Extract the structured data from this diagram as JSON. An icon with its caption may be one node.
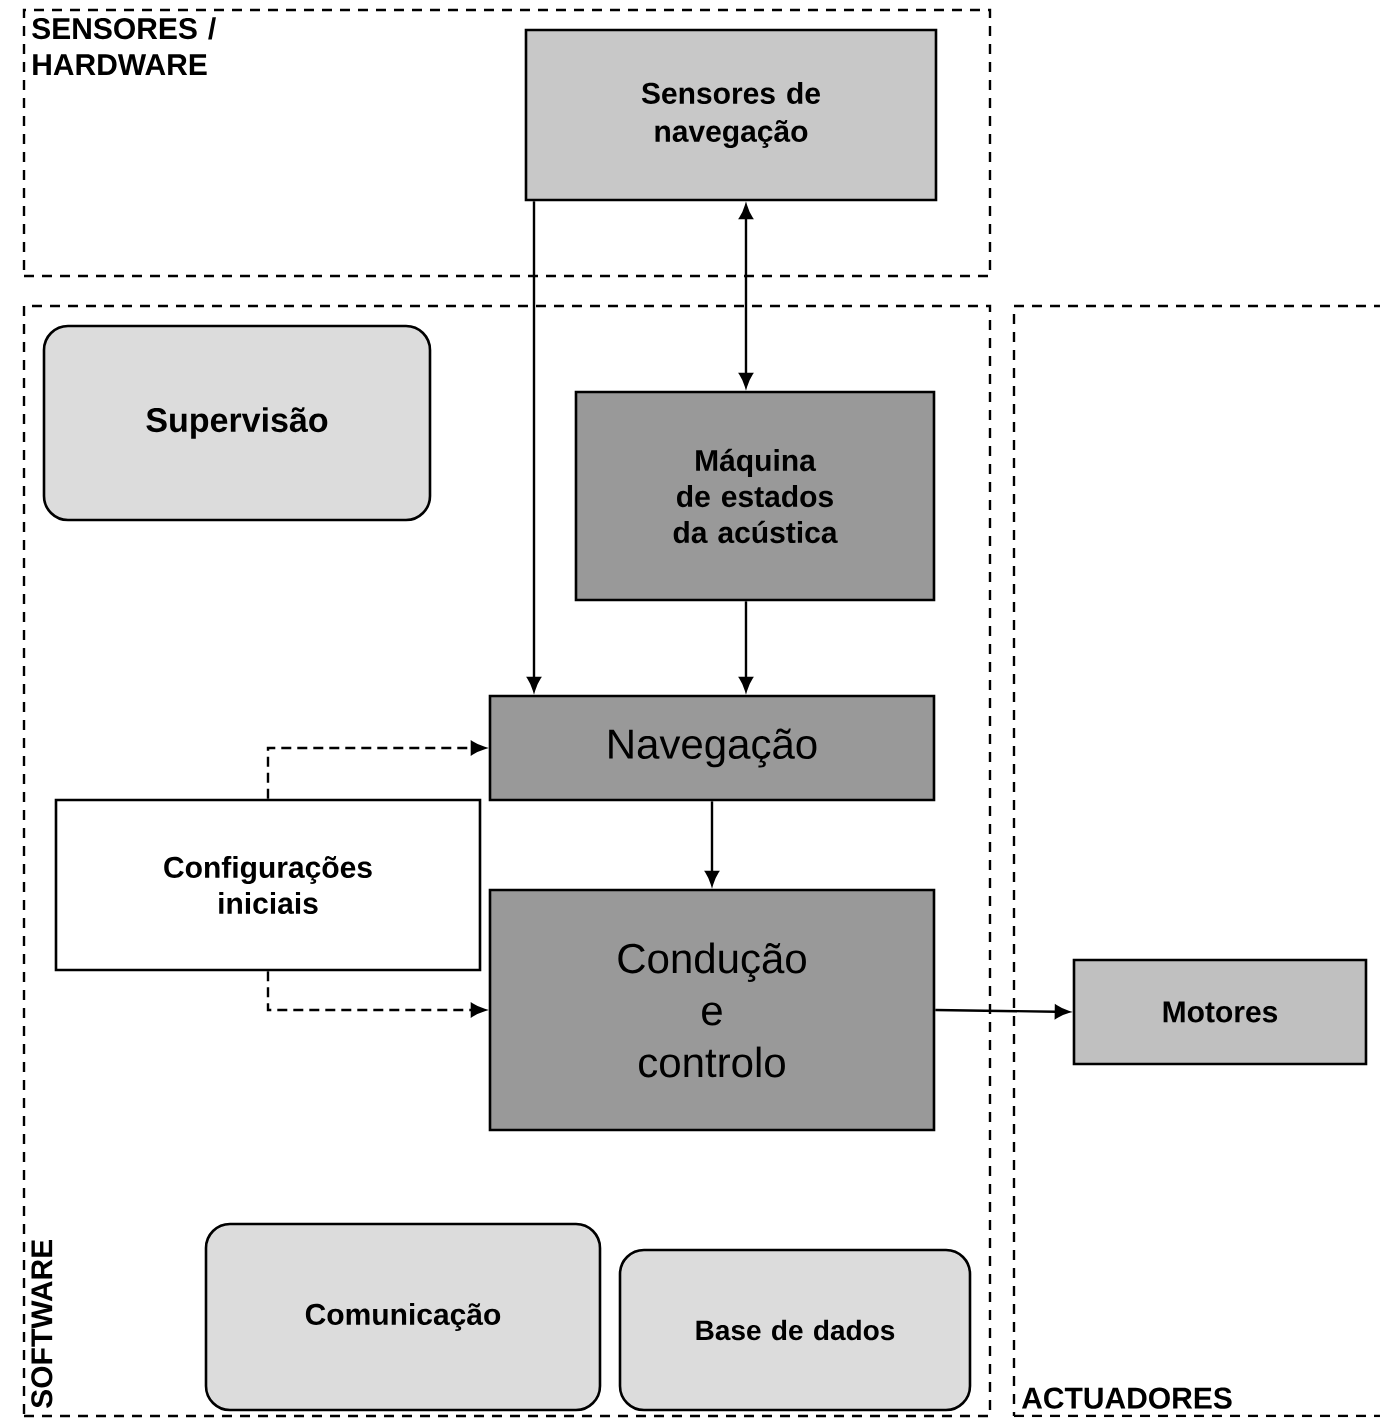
{
  "diagram": {
    "nodes": [
      {
        "text": [
          "SENSORES / HARDWARE"
        ]
      },
      {
        "text": [
          "Sensores de navegação"
        ],
        "in": 0
      },
      {
        "text": [
          "SOFTWARE"
        ]
      },
      {
        "text": [
          "Supervisão"
        ],
        "in": 2
      },
      {
        "text": [
          "Máquina de estados da acústica"
        ],
        "in": 2
      },
      {
        "text": [
          "Navegação"
        ],
        "in": 2
      },
      {
        "text": [
          "Configurações iniciais"
        ],
        "in": 2
      },
      {
        "text": [
          "Condução e controlo"
        ],
        "in": 2
      },
      {
        "text": [
          "Comunicação"
        ],
        "in": 2
      },
      {
        "text": [
          "Base de dados"
        ],
        "in": 2
      },
      {
        "text": [
          "ACTUADORES"
        ]
      },
      {
        "text": [
          "Motores"
        ],
        "in": 10
      }
    ],
    "edges": [
      {
        "from": 1,
        "to": 4,
        "arrow": "both"
      },
      {
        "from": 1,
        "to": 5,
        "arrow": "to"
      },
      {
        "from": 4,
        "to": 5,
        "arrow": "to"
      },
      {
        "from": 6,
        "to": 5,
        "arrow": "to",
        "style": "dashed"
      },
      {
        "from": 5,
        "to": 7,
        "arrow": "to"
      },
      {
        "from": 6,
        "to": 7,
        "arrow": "to",
        "style": "dashed"
      },
      {
        "from": 7,
        "to": 11,
        "arrow": "to"
      }
    ]
  }
}
